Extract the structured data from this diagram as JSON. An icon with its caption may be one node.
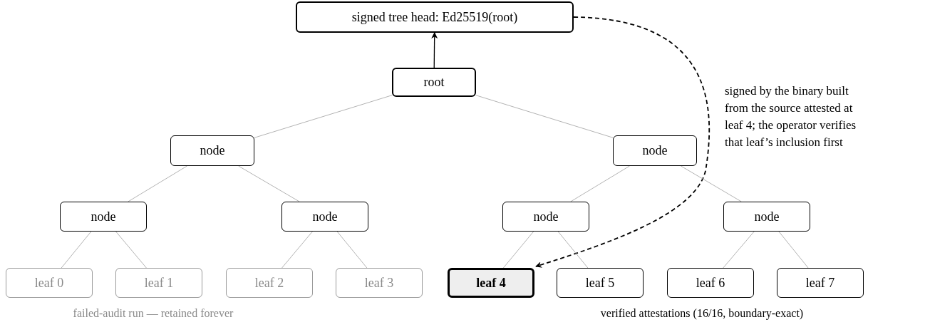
{
  "diagram": {
    "nodes": [
      {
        "text": [
          "signed tree head: Ed25519(root)"
        ]
      },
      {
        "text": [
          "root"
        ]
      },
      {
        "text": [
          "node"
        ]
      },
      {
        "text": [
          "node"
        ]
      },
      {
        "text": [
          "node"
        ]
      },
      {
        "text": [
          "node"
        ]
      },
      {
        "text": [
          "node"
        ]
      },
      {
        "text": [
          "node"
        ]
      },
      {
        "text": [
          "leaf 0"
        ]
      },
      {
        "text": [
          "leaf 1"
        ]
      },
      {
        "text": [
          "leaf 2"
        ]
      },
      {
        "text": [
          "leaf 3"
        ]
      },
      {
        "text": [
          "leaf 4"
        ]
      },
      {
        "text": [
          "leaf 5"
        ]
      },
      {
        "text": [
          "leaf 6"
        ]
      },
      {
        "text": [
          "leaf 7"
        ]
      }
    ],
    "edges": [
      {
        "from": 1,
        "to": 0,
        "arrow": "to",
        "color": "#000000"
      },
      {
        "from": 0,
        "to": 12,
        "arrow": "to",
        "style": "dashed",
        "color": "#000000"
      },
      {
        "from": 1,
        "to": 2,
        "arrow": "none"
      },
      {
        "from": 1,
        "to": 3,
        "arrow": "none"
      },
      {
        "from": 2,
        "to": 4,
        "arrow": "none"
      },
      {
        "from": 2,
        "to": 5,
        "arrow": "none"
      },
      {
        "from": 3,
        "to": 6,
        "arrow": "none"
      },
      {
        "from": 3,
        "to": 7,
        "arrow": "none"
      },
      {
        "from": 4,
        "to": 8,
        "arrow": "none"
      },
      {
        "from": 4,
        "to": 9,
        "arrow": "none"
      },
      {
        "from": 5,
        "to": 10,
        "arrow": "none"
      },
      {
        "from": 5,
        "to": 11,
        "arrow": "none"
      },
      {
        "from": 6,
        "to": 12,
        "arrow": "none"
      },
      {
        "from": 6,
        "to": 13,
        "arrow": "none"
      },
      {
        "from": 7,
        "to": 14,
        "arrow": "none"
      },
      {
        "from": 7,
        "to": 15,
        "arrow": "none"
      }
    ],
    "labels": [
      "signed by the binary built from the source attested at leaf 4; the operator verifies that leaf’s inclusion first",
      "failed-audit run — retained forever",
      "verified attestations (16/16, boundary-exact)"
    ]
  }
}
